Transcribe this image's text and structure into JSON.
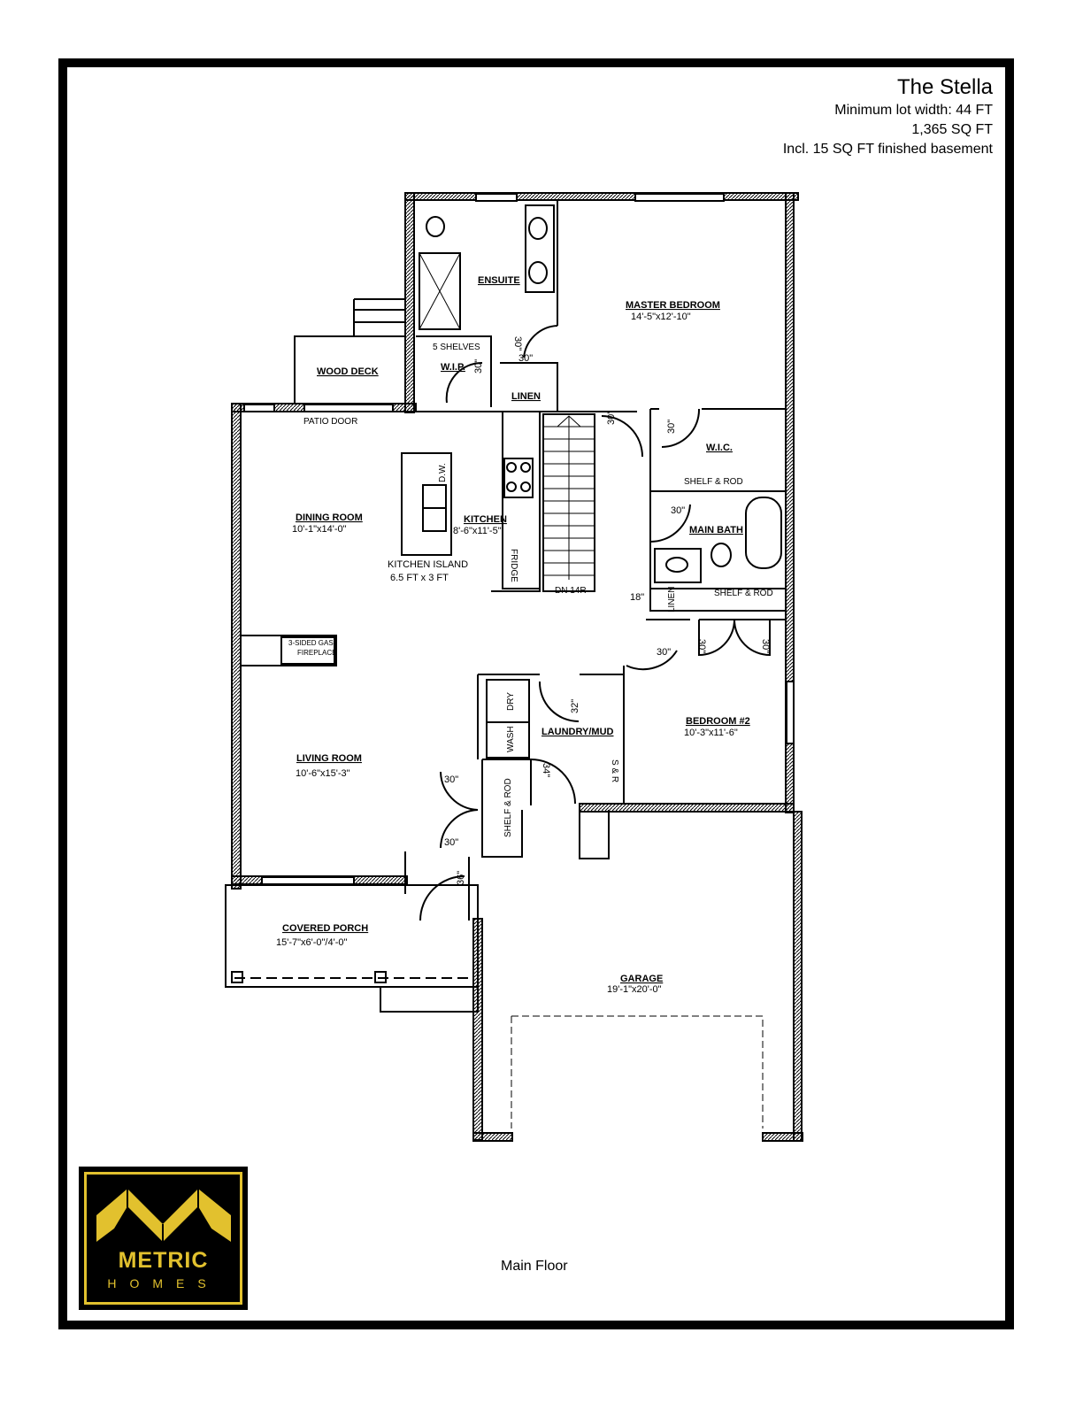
{
  "header": {
    "title": "The Stella",
    "lot_width": "Minimum lot width: 44 FT",
    "area": "1,365 SQ FT",
    "basement": "Incl. 15 SQ FT finished basement"
  },
  "caption": "Main Floor",
  "logo": {
    "word1": "METRIC",
    "word2": "HOMES",
    "color": "#e2c12e"
  },
  "rooms": {
    "ensuite": {
      "name": "ENSUITE"
    },
    "master": {
      "name": "MASTER BEDROOM",
      "size": "14'-5\"x12'-10\""
    },
    "wip": {
      "name": "W.I.P.",
      "shelves": "5 SHELVES"
    },
    "linen": {
      "name": "LINEN"
    },
    "wood_deck": {
      "name": "WOOD DECK"
    },
    "patio_door": "PATIO DOOR",
    "dining": {
      "name": "DINING ROOM",
      "size": "10'-1\"x14'-0\""
    },
    "kitchen": {
      "name": "KITCHEN",
      "size": "8'-6\"x11'-5\""
    },
    "island": {
      "name": "KITCHEN ISLAND",
      "size": "6.5 FT x 3 FT",
      "dw": "D.W."
    },
    "fridge": "FRIDGE",
    "stairs": "DN 14R",
    "wic": {
      "name": "W.I.C.",
      "shelf": "SHELF & ROD"
    },
    "main_bath": {
      "name": "MAIN BATH"
    },
    "linen2": "LINEN",
    "shelf_rod_b2": "SHELF & ROD",
    "fireplace": {
      "line1": "3-SIDED GAS",
      "line2": "FIREPLACE"
    },
    "laundry": {
      "name": "LAUNDRY/MUD",
      "dry": "DRY",
      "wash": "WASH",
      "sr": "S & R"
    },
    "bedroom2": {
      "name": "BEDROOM #2",
      "size": "10'-3\"x11'-6\""
    },
    "living": {
      "name": "LIVING ROOM",
      "size": "10'-6\"x15'-3\""
    },
    "closet_front": "SHELF & ROD",
    "porch": {
      "name": "COVERED PORCH",
      "size": "15'-7\"x6'-0\"/4'-0\""
    },
    "garage": {
      "name": "GARAGE",
      "size": "19'-1\"x20'-0\""
    }
  },
  "doors": {
    "d30": "30\"",
    "d32": "32\"",
    "d34": "34\"",
    "d36": "36\"",
    "d18": "18\""
  }
}
